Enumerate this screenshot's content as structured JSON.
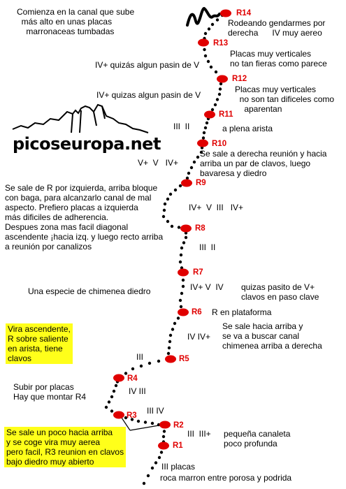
{
  "brand": {
    "text": "picoseuropa.net"
  },
  "colors": {
    "route_dot": "#000000",
    "relay": "#e00000",
    "highlight": "#ffff1a"
  },
  "relays": [
    {
      "id": "R14",
      "label": "R14"
    },
    {
      "id": "R13",
      "label": "R13"
    },
    {
      "id": "R12",
      "label": "R12"
    },
    {
      "id": "R11",
      "label": "R11"
    },
    {
      "id": "R10",
      "label": "R10"
    },
    {
      "id": "R9",
      "label": "R9"
    },
    {
      "id": "R8",
      "label": "R8"
    },
    {
      "id": "R7",
      "label": "R7"
    },
    {
      "id": "R6",
      "label": "R6"
    },
    {
      "id": "R5",
      "label": "R5"
    },
    {
      "id": "R4",
      "label": "R4"
    },
    {
      "id": "R3",
      "label": "R3"
    },
    {
      "id": "R2",
      "label": "R2"
    },
    {
      "id": "R1",
      "label": "R1"
    }
  ],
  "notes": {
    "top_left": "Comienza en la canal que sube\n  más alto en unas placas\n    marronaceas tumbadas",
    "r14": "Rodeando gendarmes por\nderecha      IV muy aereo",
    "r13_right": "Placas muy verticales\nno tan fieras como parece",
    "r13_left": "IV+ quizás algun pasin de V",
    "r12_right": "Placas muy verticales\n  no son tan dificeles como\n    aparentan",
    "r12_left": "IV+ quizas algun pasin de V",
    "r11_grade": "III  II",
    "r11_right": "a plena arista",
    "r10_left": "V+  V   IV+",
    "r10_right": "Se sale a derecha reunión y hacia\narriba un par de clavos, luego\nbavaresa y diedro",
    "r9_left": "Se sale de R por izquierda, arriba bloque\ncon baga, para alcanzarlo canal de mal\naspecto. Prefiero placas a izquierda\nmás dificiles de adherencia.\nDespues zona mas facil diagonal\nascendente ¡hacia izq. y luego recto arriba\na reunión por canalizos",
    "r9_grade": "IV+  V  III   IV+",
    "r8_grade": "III  II",
    "r7_grade": "IV+ V  IV",
    "r7_right": "quizas pasito de V+\nclavos en paso clave",
    "r7_left": "Una especie de chimenea diedro",
    "r6_right": "R en plataforma",
    "r6_right2": "Se sale hacia arriba y\nse va a buscar canal\nchimenea arriba a derecha",
    "r6_grade": "IV IV+",
    "yellow_top": "Vira ascendente,\nR sobre saliente\nen arista, tiene\nclavos",
    "r5_grade": "III",
    "r4_grade": "IV III",
    "r4_left": "Subir por placas\nHay que montar R4",
    "r3_grade": "III IV",
    "yellow_bottom": "Se sale un poco hacia arriba\ny se coge vira muy aerea\npero facil, R3 reunion en clavos\nbajo diedro muy abierto",
    "r2_grade": "III  III+",
    "r2_right": "pequeña canaleta\npoco profunda",
    "r1_grade": "III placas",
    "r1_right": "roca marron entre porosa y podrida"
  }
}
